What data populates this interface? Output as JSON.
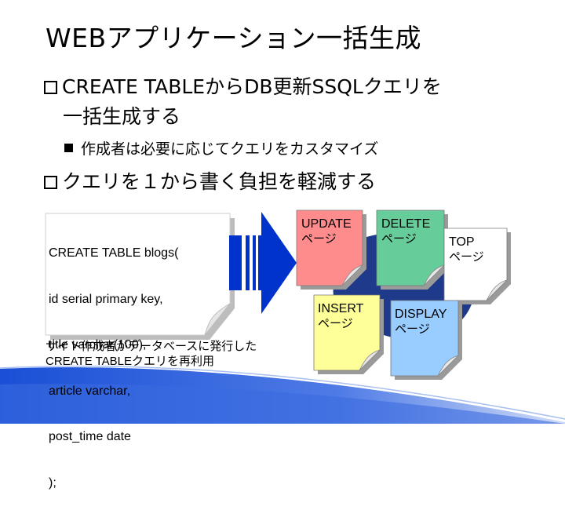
{
  "title": "WEBアプリケーション一括生成",
  "bullets": {
    "b1_line1": "CREATE TABLEからDB更新SSQLクエリを",
    "b1_line2": "一括生成する",
    "sub1": "作成者は必要に応じてクエリをカスタマイズ",
    "b2": "クエリを１から書く負担を軽減する"
  },
  "code_lines": [
    "CREATE TABLE blogs(",
    "id serial primary key,",
    "title varchar(100),",
    "article varchar,",
    "post_time date",
    ");"
  ],
  "caption": {
    "line1": "サイト作成者がデータベースに発行した",
    "line2": "CREATE TABLEクエリを再利用"
  },
  "pages": [
    {
      "name": "UPDATE",
      "sub": "ページ",
      "color": "#ff8c8c"
    },
    {
      "name": "DELETE",
      "sub": "ページ",
      "color": "#66cc99"
    },
    {
      "name": "TOP",
      "sub": "ページ",
      "color": "#ffffff"
    },
    {
      "name": "INSERT",
      "sub": "ページ",
      "color": "#ffff99"
    },
    {
      "name": "DISPLAY",
      "sub": "ページ",
      "color": "#99ccff"
    }
  ],
  "colors": {
    "arrow": "#0033cc",
    "swoosh": "#1a4fd6",
    "blob": "#1f3a8a"
  }
}
